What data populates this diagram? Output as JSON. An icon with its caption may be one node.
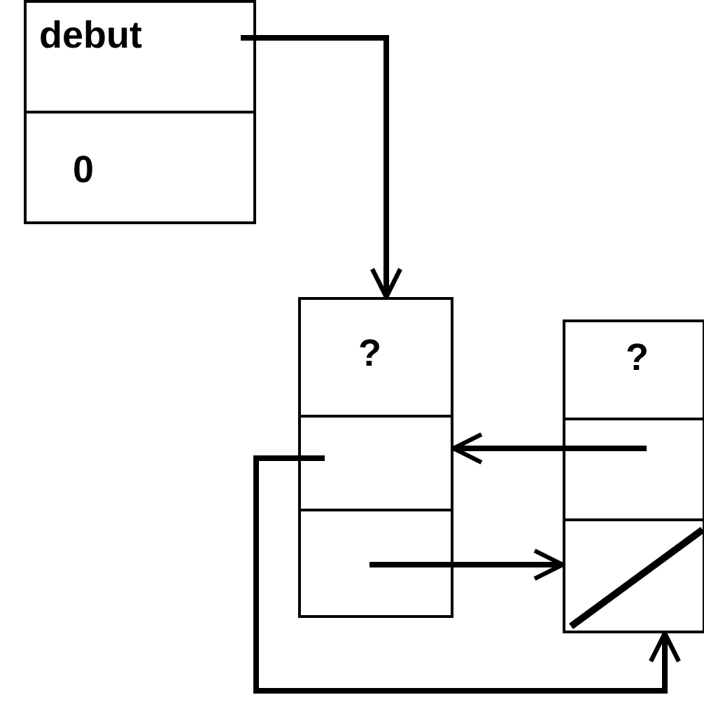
{
  "diagram": {
    "nodes": [
      {
        "text": [
          "debut"
        ]
      },
      {
        "text": [
          "0"
        ]
      },
      {
        "text": [
          "?"
        ]
      },
      {
        "text": [],
        "shape": "box"
      },
      {
        "text": [],
        "shape": "box"
      },
      {
        "text": [
          "?"
        ]
      },
      {
        "text": [],
        "shape": "box"
      },
      {
        "text": [],
        "shape": "box"
      }
    ],
    "edges": [
      {
        "from": 0,
        "to": 2,
        "arrow": "to"
      },
      {
        "from": 6,
        "to": 3,
        "arrow": "to"
      },
      {
        "from": 4,
        "to": 7,
        "arrow": "to"
      },
      {
        "from": 3,
        "to": 7,
        "arrow": "to"
      }
    ]
  }
}
